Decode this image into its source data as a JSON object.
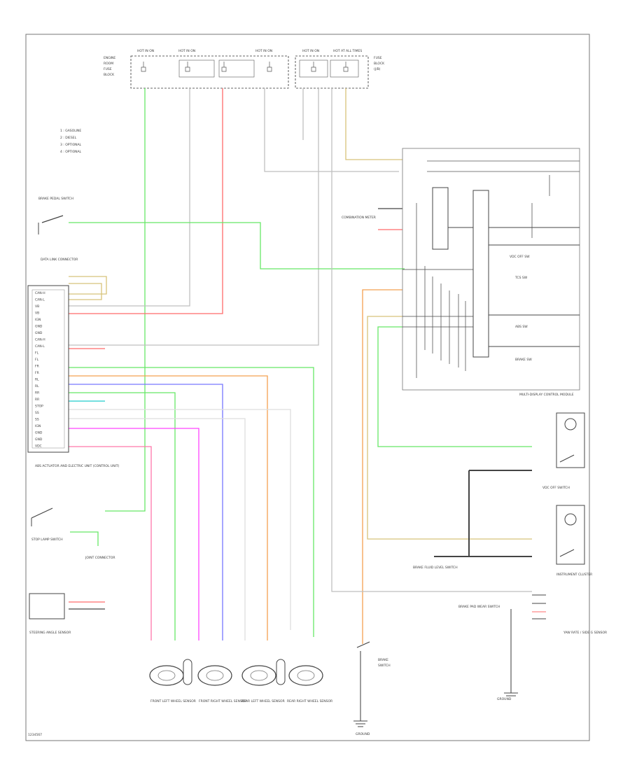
{
  "colors": {
    "frame": "#666666",
    "wire_dark": "#444444",
    "wire_grey": "#9a9a9a",
    "wire_light": "#c8c8c8",
    "green": "#66e866",
    "red": "#ff6b6b",
    "orange": "#f4a050",
    "tan": "#d8c27a",
    "blue": "#7777ff",
    "magenta": "#ff44ff",
    "pink": "#ff77aa",
    "cyan": "#22cccc"
  },
  "fuse_labels": [
    "HOT IN ON",
    "HOT IN ON",
    "HOT IN ON",
    "HOT IN ON",
    "HOT AT ALL TIMES"
  ],
  "legend": [
    "1 : GASOLINE",
    "2 : DIESEL",
    "3 : OPTIONAL",
    "4 : OPTIONAL"
  ],
  "left_components": {
    "brake_switch": "BRAKE PEDAL SWITCH",
    "data_link": "DATA LINK CONNECTOR",
    "abs_unit": "ABS ACTUATOR AND ELECTRIC UNIT (CONTROL UNIT)",
    "stoplamp": "STOP LAMP SWITCH",
    "joint_connector": "JOINT CONNECTOR",
    "steering_sensor": "STEERING ANGLE SENSOR"
  },
  "abs_pins": [
    "CAN-H",
    "CAN-L",
    "VB",
    "VB",
    "IGN",
    "GND",
    "GND",
    "CAN-H",
    "CAN-L",
    "FL",
    "FL",
    "FR",
    "FR",
    "RL",
    "RL",
    "RR",
    "RR",
    "STOP",
    "SS",
    "SS",
    "IGN",
    "GND",
    "GND",
    "VDC"
  ],
  "right_components": {
    "combination_meter": "COMBINATION METER",
    "cluster_label": "MULTI-DISPLAY CONTROL MODULE",
    "switch_names": [
      "VDC OFF SW",
      "TCS SW",
      "ABS SW",
      "BRAKE SW"
    ],
    "vdc_off_switch": "VDC OFF SWITCH",
    "brake_fluid": "BRAKE FLUID LEVEL SWITCH",
    "yaw_sensor": "YAW RATE / SIDE G SENSOR",
    "instrument": "INSTRUMENT CLUSTER",
    "ground": "GROUND",
    "brake_pad_switch": "BRAKE PAD WEAR SWITCH"
  },
  "wheel_sensors": [
    "FRONT LEFT WHEEL SENSOR",
    "FRONT RIGHT WHEEL SENSOR",
    "REAR LEFT WHEEL SENSOR",
    "REAR RIGHT WHEEL SENSOR"
  ],
  "bottom_left_code": "1234567"
}
